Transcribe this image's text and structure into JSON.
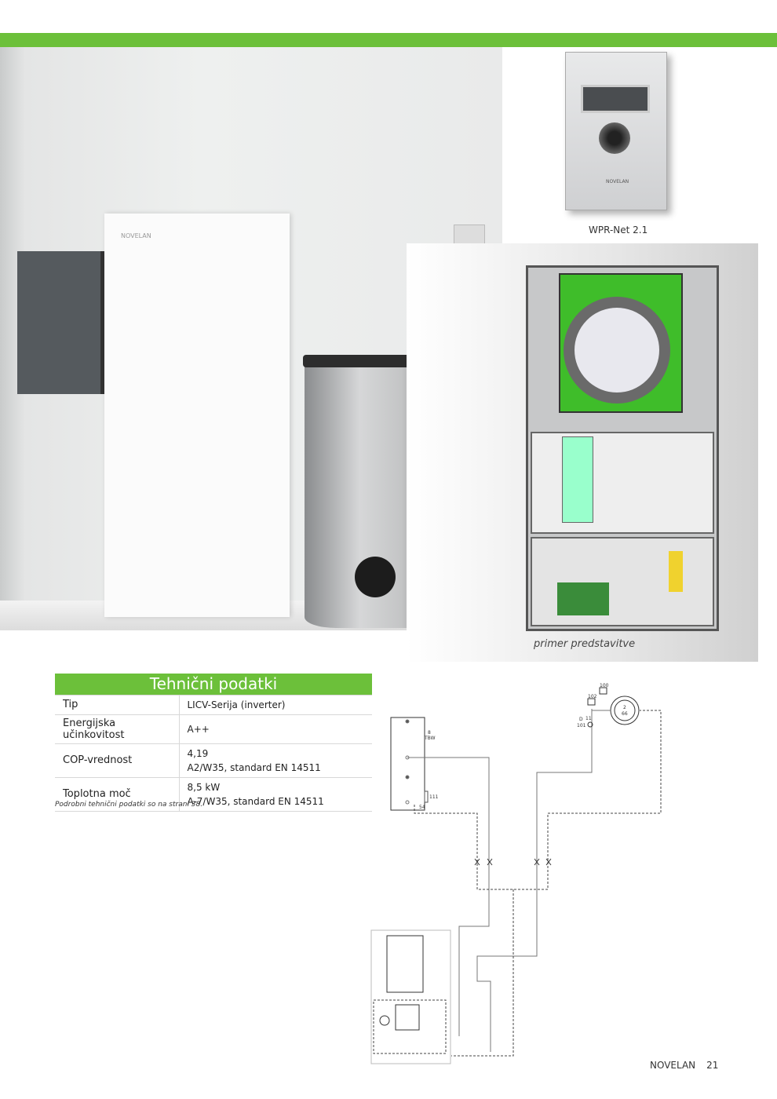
{
  "photo": {
    "unit_brand": "NOVELAN"
  },
  "controller": {
    "label": "WPR-Net 2.1",
    "brand": "NOVELAN"
  },
  "cutaway": {
    "caption": "primer predstavitve"
  },
  "tech_table": {
    "title": "Tehnični podatki",
    "rows": [
      {
        "label": "Tip",
        "value": "LICV-Serija (inverter)",
        "value2": ""
      },
      {
        "label": "Energijska učinkovitost",
        "value": "A++",
        "value2": ""
      },
      {
        "label": "COP-vrednost",
        "value": "4,19",
        "value2": "A2/W35, standard EN 14511"
      },
      {
        "label": "Toplotna moč",
        "value": "8,5 kW",
        "value2": "A-7/W35, standard EN 14511"
      }
    ],
    "note": "Podrobni tehnični podatki so na strani 38."
  },
  "diagram": {
    "labels": [
      "8",
      "TBW",
      "111",
      "54",
      "100",
      "102",
      "11",
      "D",
      "101",
      "2",
      "66"
    ]
  },
  "footer": {
    "brand": "NOVELAN",
    "page": "21"
  }
}
